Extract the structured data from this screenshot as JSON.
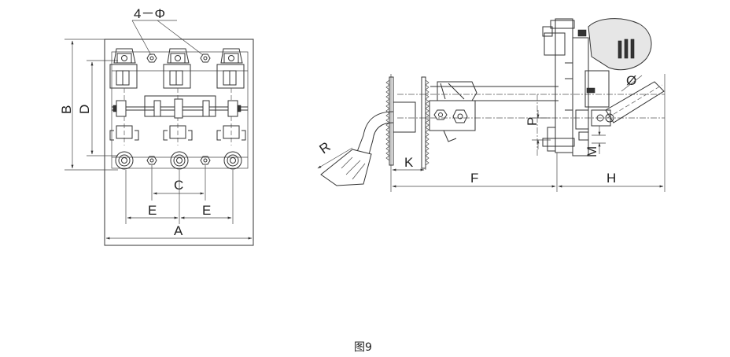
{
  "caption": "图9",
  "front_view": {
    "hole_label": "4－Φ",
    "dims": {
      "A": "A",
      "B": "B",
      "C": "C",
      "D": "D",
      "E1": "E",
      "E2": "E"
    }
  },
  "side_view": {
    "dims": {
      "R": "R",
      "K": "K",
      "F": "F",
      "H": "H",
      "P": "P",
      "M": "M",
      "phi": "Ø"
    }
  }
}
